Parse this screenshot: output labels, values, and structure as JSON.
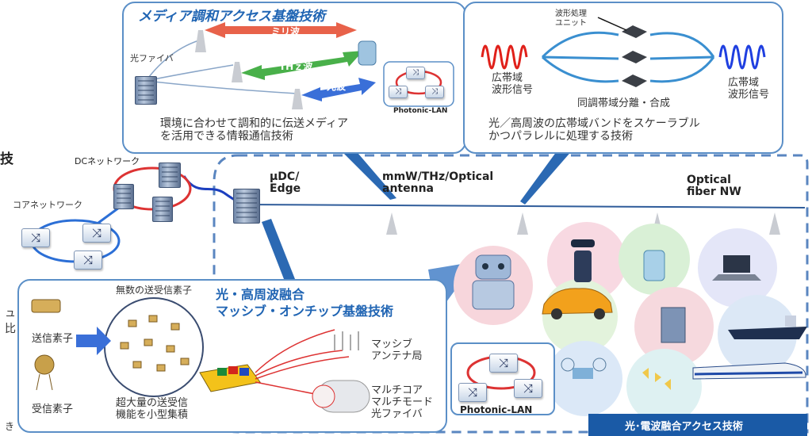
{
  "top_left_panel": {
    "title": "メディア調和アクセス基盤技術",
    "label_fiber": "光ファイバ",
    "label_mmwave": "ミリ波",
    "label_thz": "THｚ波",
    "label_light": "光波",
    "label_photonic_lan": "Photonic-LAN",
    "desc_line1": "環境に合わせて調和的に伝送メディア",
    "desc_line2": "を活用できる情報通信技術"
  },
  "top_right_panel": {
    "label_unit_line1": "波形処理",
    "label_unit_line2": "ユニット",
    "label_in_line1": "広帯域",
    "label_in_line2": "波形信号",
    "label_out_line1": "広帯域",
    "label_out_line2": "波形信号",
    "label_sep": "同調帯域分離・合成",
    "desc_line1": "光／高周波の広帯域バンドをスケーラブル",
    "desc_line2": "かつパラレルに処理する技術"
  },
  "left_network": {
    "partial_title": "技",
    "dc_network": "DCネットワーク",
    "core_network": "コアネットワーク",
    "edge_partial": "ュ",
    "edge_partial2": "比",
    "edge_partial3": "き"
  },
  "main_area": {
    "udc_line1": "μDC/",
    "udc_line2": "Edge",
    "antenna_line1": "mmW/THz/Optical",
    "antenna_line2": "antenna",
    "fiber_line1": "Optical",
    "fiber_line2": "fiber NW",
    "photonic_lan": "Photonic-LAN",
    "band_label": "光･電波融合アクセス技術"
  },
  "bottom_panel": {
    "title_line1": "光・高周波融合",
    "title_line2": "マッシブ・オンチップ基盤技術",
    "label_countless": "無数の送受信素子",
    "label_tx": "送信素子",
    "label_rx": "受信素子",
    "label_massive_line1": "超大量の送受信",
    "label_massive_line2": "機能を小型集積",
    "label_station_line1": "マッシブ",
    "label_station_line2": "アンテナ局",
    "label_fiber_line1": "マルチコア",
    "label_fiber_line2": "マルチモード",
    "label_fiber_line3": "光ファイバ"
  },
  "colors": {
    "panel_border": "#5b8fc7",
    "title_blue": "#1f64b3",
    "band": "#1a5aa6",
    "mmwave": "#e8624a",
    "thz": "#49b04a",
    "light": "#3a6fd8"
  }
}
